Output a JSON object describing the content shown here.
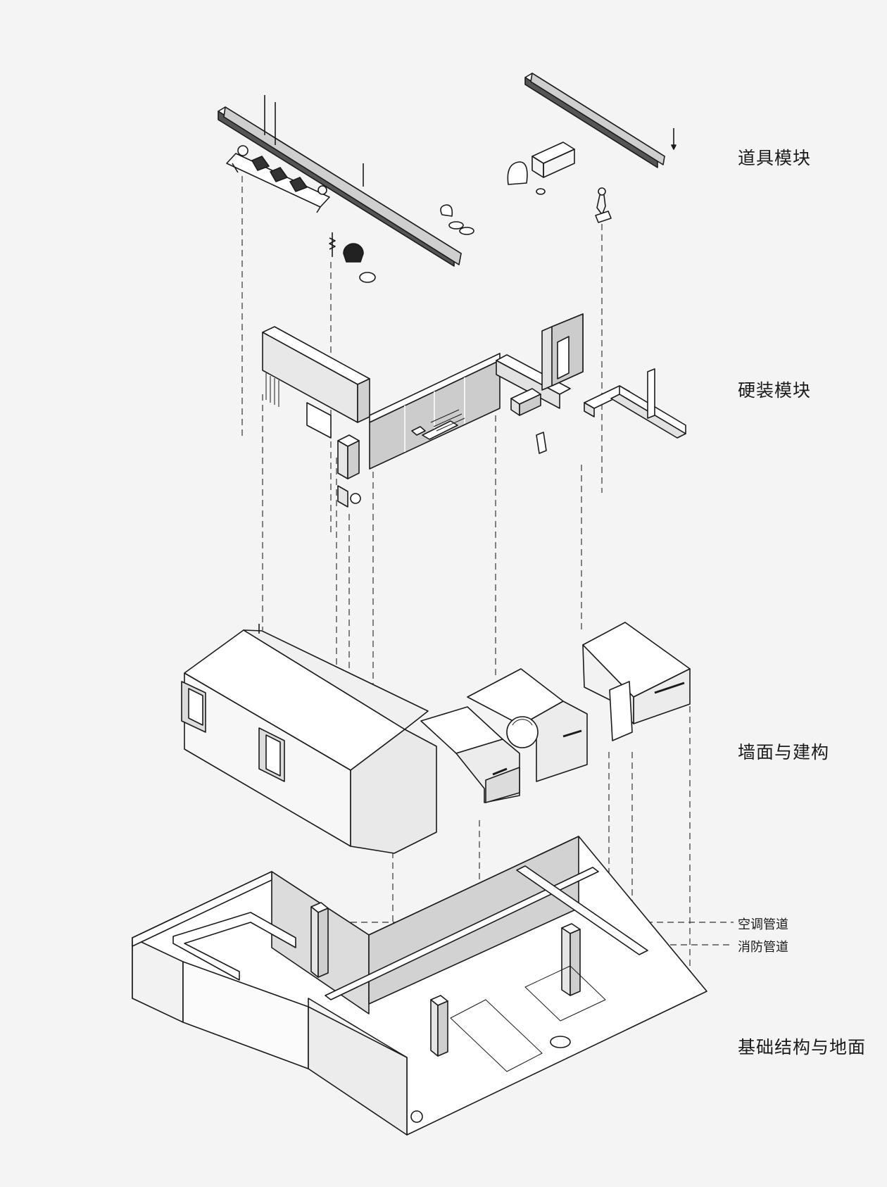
{
  "layers": [
    {
      "name": "道具模块"
    },
    {
      "name": "硬装模块"
    },
    {
      "name": "墙面与建构"
    },
    {
      "name": "基础结构与地面"
    }
  ],
  "annotations": [
    {
      "name": "空调管道"
    },
    {
      "name": "消防管道"
    }
  ],
  "colors": {
    "background": "#f4f4f4",
    "stroke": "#1a1a1a",
    "face_light": "#ffffff",
    "face_mid": "#e2e2e2",
    "face_dark": "#bdbdbd"
  }
}
